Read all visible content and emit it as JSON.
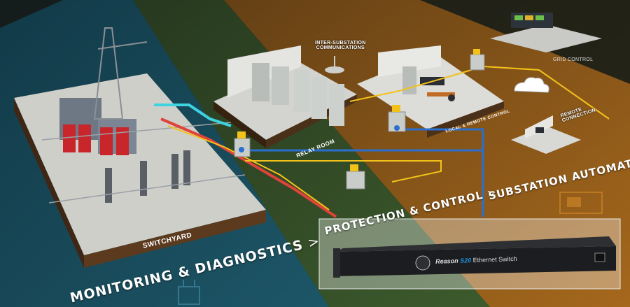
{
  "zones": {
    "monitoring": "MONITORING & DIAGNOSTICS",
    "protection": "PROTECTION & CONTROL",
    "automation": "SUBSTATION AUTOMATION",
    "arrow": ">"
  },
  "areas": {
    "switchyard": "SWITCHYARD",
    "relay_room": "RELAY ROOM",
    "local_remote_control": "LOCAL & REMOTE CONTROL",
    "inter_substation_line1": "INTER-SUBSTATION",
    "inter_substation_line2": "COMMUNICATIONS",
    "grid_control": "GRID CONTROL",
    "remote_line1": "REMOTE",
    "remote_line2": "CONNECTION"
  },
  "device": {
    "brand": "Reason",
    "model": "S20",
    "product": "Ethernet Switch"
  },
  "colors": {
    "monitoring_band": "#1d4d5e",
    "protection_band": "#2f4a25",
    "automation_band": "#a8661a",
    "blue_link": "#2a6fd0",
    "yellow_link": "#f2c21a",
    "red_link": "#e0433a",
    "cyan_link": "#3fd2e0"
  }
}
